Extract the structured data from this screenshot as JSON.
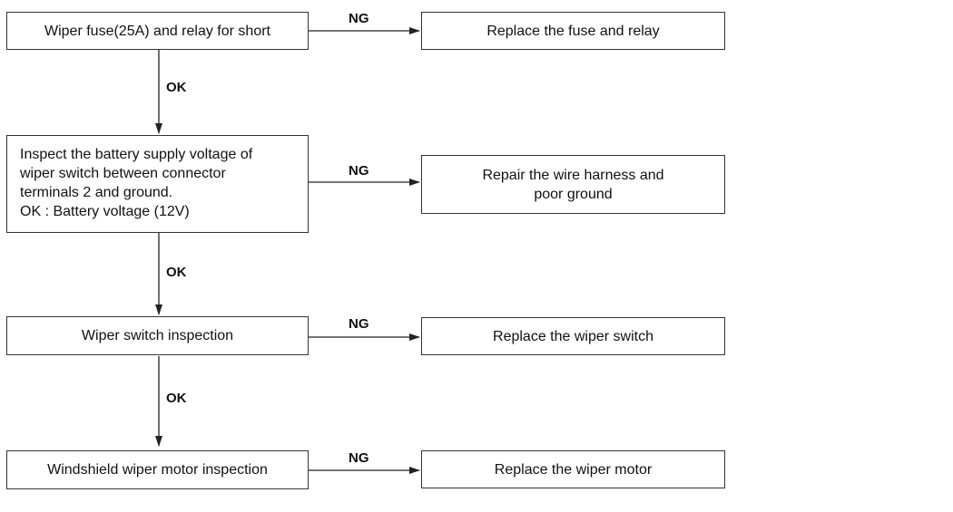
{
  "steps": [
    {
      "check": [
        "Wiper fuse(25A) and relay for short"
      ],
      "ok_label": "OK",
      "ng_label": "NG",
      "action": [
        "Replace the fuse and relay"
      ]
    },
    {
      "check": [
        "Inspect the battery supply voltage of",
        "wiper switch between connector",
        "terminals 2 and ground.",
        "OK : Battery voltage (12V)"
      ],
      "ok_label": "OK",
      "ng_label": "NG",
      "action": [
        "Repair the wire harness and",
        "poor ground"
      ]
    },
    {
      "check": [
        "Wiper switch inspection"
      ],
      "ok_label": "OK",
      "ng_label": "NG",
      "action": [
        "Replace the wiper switch"
      ]
    },
    {
      "check": [
        "Windshield wiper motor inspection"
      ],
      "ng_label": "NG",
      "action": [
        "Replace the wiper motor"
      ]
    }
  ]
}
